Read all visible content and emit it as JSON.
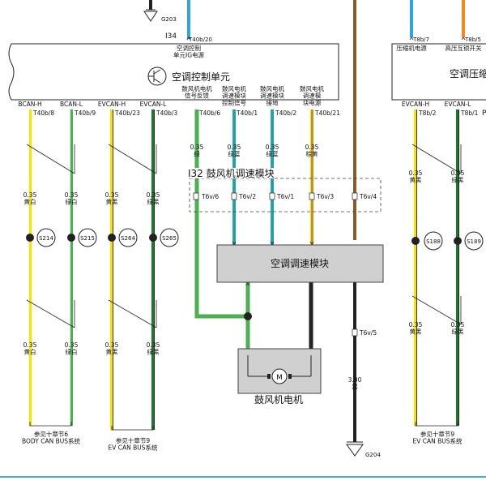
{
  "colors": {
    "yellow": "#f5e400",
    "green_light": "#4caf50",
    "green_dark": "#1b7a2b",
    "black": "#222222",
    "blue": "#29a8e0",
    "orange": "#f08a1c",
    "brown": "#8b5a2b",
    "teal": "#21a398",
    "module_fill": "#d0d0d0",
    "footer_line": "#4aa8e0"
  },
  "labels": {
    "g203": "G203",
    "i34": "I34",
    "t40b20": "T40b/20",
    "ac_control_ig_power": "空调控制\n单元IG电源",
    "ac_control_unit": "空调控制单元",
    "pin_bcan_h": "BCAN-H",
    "pin_bcan_l": "BCAN-L",
    "pin_evcan_h": "EVCAN-H",
    "pin_evcan_l": "EVCAN-L",
    "pin_fb_signal": "鼓风机电机\n信号反馈",
    "pin_speed_ctrl": "鼓风电机\n调速模块\n控制信号",
    "pin_ground": "鼓风电机\n调速模块\n接地",
    "pin_power": "鼓风电机\n调速模\n块电源",
    "t40b8": "T40b/8",
    "t40b9": "T40b/9",
    "t40b23": "T40b/23",
    "t40b3": "T40b/3",
    "t40b6": "T40b/6",
    "t40b1": "T40b/1",
    "t40b2": "T40b/2",
    "t40b21": "T40b/21",
    "w_035_green": "0.35\n绿",
    "w_035_green_blue": "0.35\n绿蓝",
    "w_035_green_blue2": "0.35\n绿蓝",
    "w_035_brown_yellow": "0.35\n棕黄",
    "i32": "I32 鼓风机调速模块",
    "t6v6": "T6v/6",
    "t6v2": "T6v/2",
    "t6v1": "T6v/1",
    "t6v3": "T6v/3",
    "t6v4": "T6v/4",
    "t6v5": "T6v/5",
    "speed_module": "空调调速模块",
    "blower_motor": "鼓风机电机",
    "motor_symbol": "M",
    "w_035_yw1": "0.35\n黄白",
    "w_035_gw1": "0.35\n绿白",
    "w_035_yb1": "0.35\n黄黑",
    "w_035_gb1": "0.35\n绿黑",
    "w_035_yw2": "0.35\n黄白",
    "w_035_gw2": "0.35\n绿白",
    "w_035_yb2": "0.35\n黄黑",
    "w_035_gb2": "0.35\n绿黑",
    "s214": "S214",
    "s215": "S215",
    "s264": "S264",
    "s265": "S265",
    "s188": "S188",
    "s189": "S189",
    "ref_body_can": "参见十章节6\nBODY CAN BUS系统",
    "ref_ev_can1": "参见十章节9\nEV CAN BUS系统",
    "ref_ev_can2": "参见十章节9\nEV CAN BUS系统",
    "w_300_black": "3.00\n黑",
    "g204": "G204",
    "t8b7": "T8b/7",
    "t8b5": "T8b/5",
    "compressor_power": "压缩机电源",
    "hv_interlock": "高压互锁开关",
    "ac_compressor_partial": "空调压缩",
    "r_evcan_h": "EVCAN-H",
    "r_evcan_l": "EVCAN-L",
    "t8b2": "T8b/2",
    "t8b1": "T8b/1",
    "w_035_yb_r1": "0.35\n黄黑",
    "w_035_gb_r1": "0.35\n绿黑",
    "w_035_yb_r2": "0.35\n黄黑",
    "w_035_gb_r2": "0.35\n绿黑",
    "edge_p": "P"
  }
}
